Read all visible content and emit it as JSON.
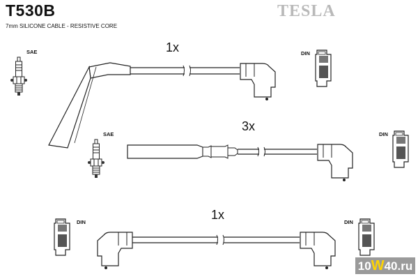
{
  "header": {
    "part_number": "T530B",
    "description": "7mm SILICONE CABLE - RESISTIVE CORE",
    "brand": "TESLA"
  },
  "wires": [
    {
      "quantity": "1x",
      "end_a": "SAE",
      "end_b": "DIN"
    },
    {
      "quantity": "3x",
      "end_a": "SAE",
      "end_b": "DIN"
    },
    {
      "quantity": "1x",
      "end_a": "DIN",
      "end_b": "DIN"
    }
  ],
  "watermark": {
    "pre": "10",
    "big": "W",
    "post": "40.ru"
  }
}
